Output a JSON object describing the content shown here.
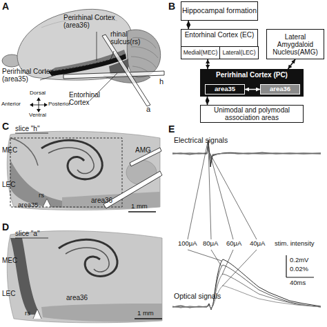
{
  "diagram": {
    "nodes": [
      {
        "text": [
          "Hippocampal formation"
        ]
      },
      {
        "text": [
          "Entorhinal Cortex (EC)"
        ]
      },
      {
        "text": [
          "Medial(MEC)"
        ],
        "in": 1
      },
      {
        "text": [
          "Lateral(LEC)"
        ],
        "in": 1
      },
      {
        "text": [
          "Lateral Amygdaloid Nucleus(AMG)"
        ]
      },
      {
        "text": [
          "Perirhinal Cortex (PC)"
        ]
      },
      {
        "text": [
          "area35"
        ],
        "in": 5
      },
      {
        "text": [
          "area36"
        ],
        "in": 5
      },
      {
        "text": [
          "Unimodal and polymodal association areas"
        ]
      }
    ],
    "edges": [
      {
        "from": 0,
        "to": 1,
        "arrow": "both"
      },
      {
        "from": 1,
        "to": 5,
        "arrow": "both"
      },
      {
        "from": 4,
        "to": 5,
        "arrow": "both"
      },
      {
        "from": 6,
        "to": 7,
        "arrow": "both"
      },
      {
        "from": 5,
        "to": 8,
        "arrow": "both"
      }
    ],
    "labels": [
      "A",
      "Perirhinal Cortex (area36)",
      "rhinal sulcus(rs)",
      "Perirhinal Cortex (area35)",
      "Entorhinal Cortex",
      "h",
      "a",
      "Dorsal",
      "Anterior",
      "Posterior",
      "Ventral",
      "B",
      "C",
      "slice \"h\"",
      "MEC",
      "LEC",
      "AMG",
      "area35",
      "rs",
      "area36",
      "1 mm",
      "D",
      "slice \"a\"",
      "MEC",
      "LEC",
      "rs",
      "area36",
      "1 mm",
      "E",
      "Electrical signals",
      "100μA",
      "80μA",
      "60μA",
      "40μA",
      "stim. intensity",
      "0.2mV",
      "0.02%",
      "40ms",
      "Optical signals"
    ]
  }
}
